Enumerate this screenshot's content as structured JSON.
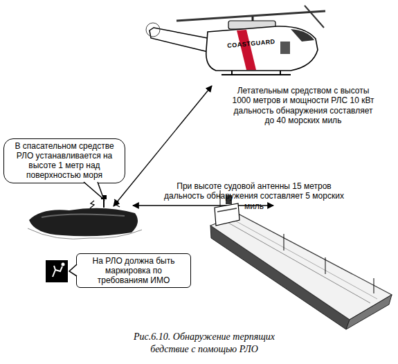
{
  "diagram": {
    "caption": "Рис.6.10. Обнаружение терпящих бедствие с помощью РЛО",
    "nodes": [
      {
        "text": [
          "В спасательном средстве РЛО устанавливается на высоте 1 метр над поверхностью моря"
        ]
      },
      {
        "text": [
          "На РЛО должна быть маркировка по требованиям ИМО"
        ]
      }
    ],
    "labels": [
      "Летательным средством с высоты 1000 метров и мощности РЛС 10 кВт дальность обнаружения составляет до 40 морских миль",
      "При высоте судовой антенны 15 метров дальность обнаружения составляет 5 морских миль",
      "COASTGUARD"
    ]
  }
}
